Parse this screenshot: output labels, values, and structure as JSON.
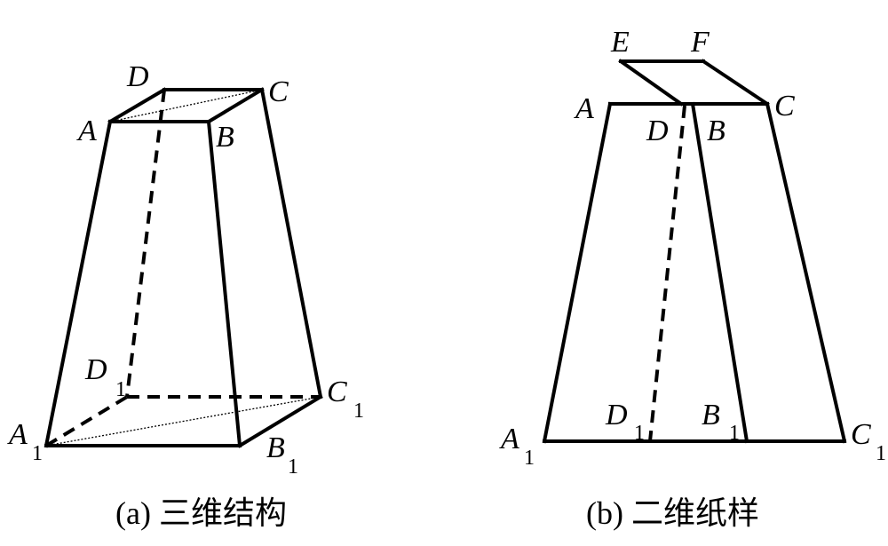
{
  "figure_a": {
    "caption": "(a) 三维结构",
    "labels": {
      "A": "A",
      "B": "B",
      "C": "C",
      "D": "D",
      "A1": "A",
      "B1": "B",
      "C1": "C",
      "D1": "D"
    },
    "subscript": "1"
  },
  "figure_b": {
    "caption": "(b) 二维纸样",
    "labels": {
      "E": "E",
      "F": "F",
      "A": "A",
      "B": "B",
      "C": "C",
      "D": "D",
      "A1": "A",
      "B1": "B",
      "C1": "C",
      "D1": "D"
    },
    "subscript": "1"
  }
}
